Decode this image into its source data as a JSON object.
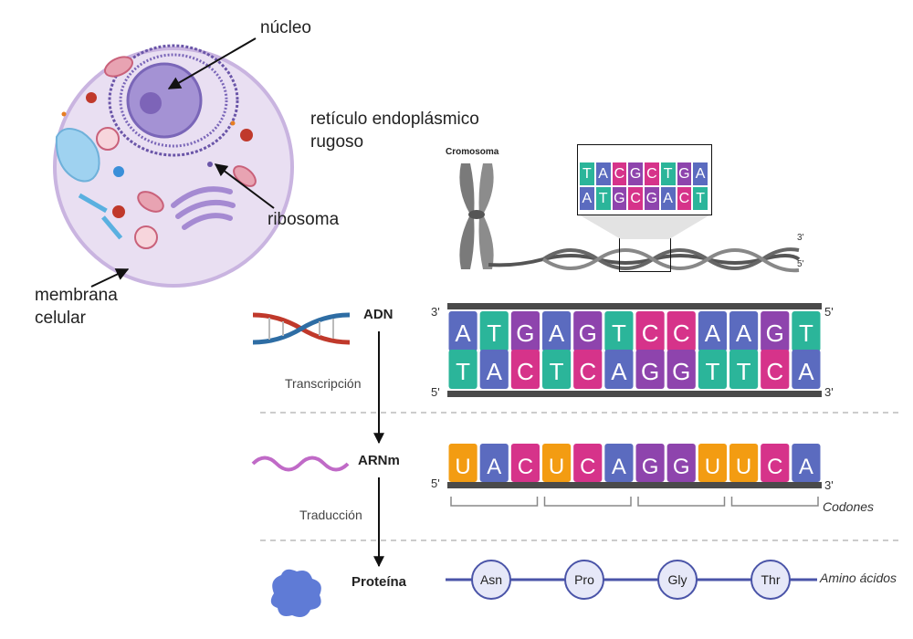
{
  "cell": {
    "nucleus_label": "núcleo",
    "rer_label_line1": "retículo endoplásmico",
    "rer_label_line2": "rugoso",
    "ribosome_label": "ribosoma",
    "membrane_label_line1": "membrana",
    "membrane_label_line2": "celular"
  },
  "chromosome": {
    "label": "Cromosoma",
    "strand_top_end": "3'",
    "strand_bottom_end": "5'",
    "zoom_top_bases": [
      "T",
      "A",
      "C",
      "G",
      "C",
      "T",
      "G",
      "A"
    ],
    "zoom_bottom_bases": [
      "A",
      "T",
      "G",
      "C",
      "G",
      "A",
      "C",
      "T"
    ]
  },
  "flow": {
    "dna_label": "ADN",
    "transcription_label": "Transcripción",
    "mrna_label": "ARNm",
    "translation_label": "Traducción",
    "protein_label": "Proteína"
  },
  "dna_strand": {
    "top_left_end": "3'",
    "top_right_end": "5'",
    "bottom_left_end": "5'",
    "bottom_right_end": "3'",
    "top_bases": [
      "A",
      "T",
      "G",
      "A",
      "G",
      "T",
      "C",
      "C",
      "A",
      "A",
      "G",
      "T"
    ],
    "bottom_bases": [
      "T",
      "A",
      "C",
      "T",
      "C",
      "A",
      "G",
      "G",
      "T",
      "T",
      "C",
      "A"
    ]
  },
  "mrna_strand": {
    "left_end": "5'",
    "right_end": "3'",
    "bases": [
      "U",
      "A",
      "C",
      "U",
      "C",
      "A",
      "G",
      "G",
      "U",
      "U",
      "C",
      "A"
    ],
    "codons_label": "Codones"
  },
  "protein_chain": {
    "amino_acids": [
      "Asn",
      "Pro",
      "Gly",
      "Thr"
    ],
    "amino_acids_label": "Amino ácidos"
  },
  "colors": {
    "A": "#5b6bbf",
    "T": "#2bb59a",
    "G": "#8e44ad",
    "C": "#d6338a",
    "U": "#f39c12",
    "backbone": "#4a4a4a",
    "cell_fill": "#e9dff2",
    "nucleus": "#8a76c6",
    "amino_fill": "#e6e8f8",
    "chain": "#4a54a8",
    "protein": "#5f7bd6"
  }
}
